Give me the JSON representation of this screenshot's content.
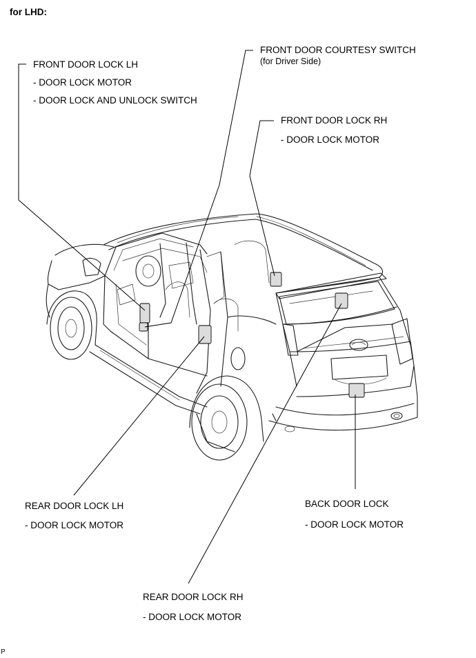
{
  "heading": "for LHD:",
  "corner_mark": "P",
  "labels": {
    "front_lh": {
      "title": "FRONT DOOR LOCK LH",
      "items": [
        "- DOOR LOCK MOTOR",
        "- DOOR LOCK AND UNLOCK SWITCH"
      ]
    },
    "courtesy": {
      "title": "FRONT DOOR COURTESY SWITCH",
      "sub": "(for Driver Side)"
    },
    "front_rh": {
      "title": "FRONT DOOR LOCK RH",
      "items": [
        "- DOOR LOCK MOTOR"
      ]
    },
    "rear_lh": {
      "title": "REAR DOOR LOCK LH",
      "items": [
        "- DOOR LOCK MOTOR"
      ]
    },
    "back": {
      "title": "BACK DOOR LOCK",
      "items": [
        "- DOOR LOCK MOTOR"
      ]
    },
    "rear_rh": {
      "title": "REAR DOOR LOCK RH",
      "items": [
        "- DOOR LOCK MOTOR"
      ]
    }
  }
}
